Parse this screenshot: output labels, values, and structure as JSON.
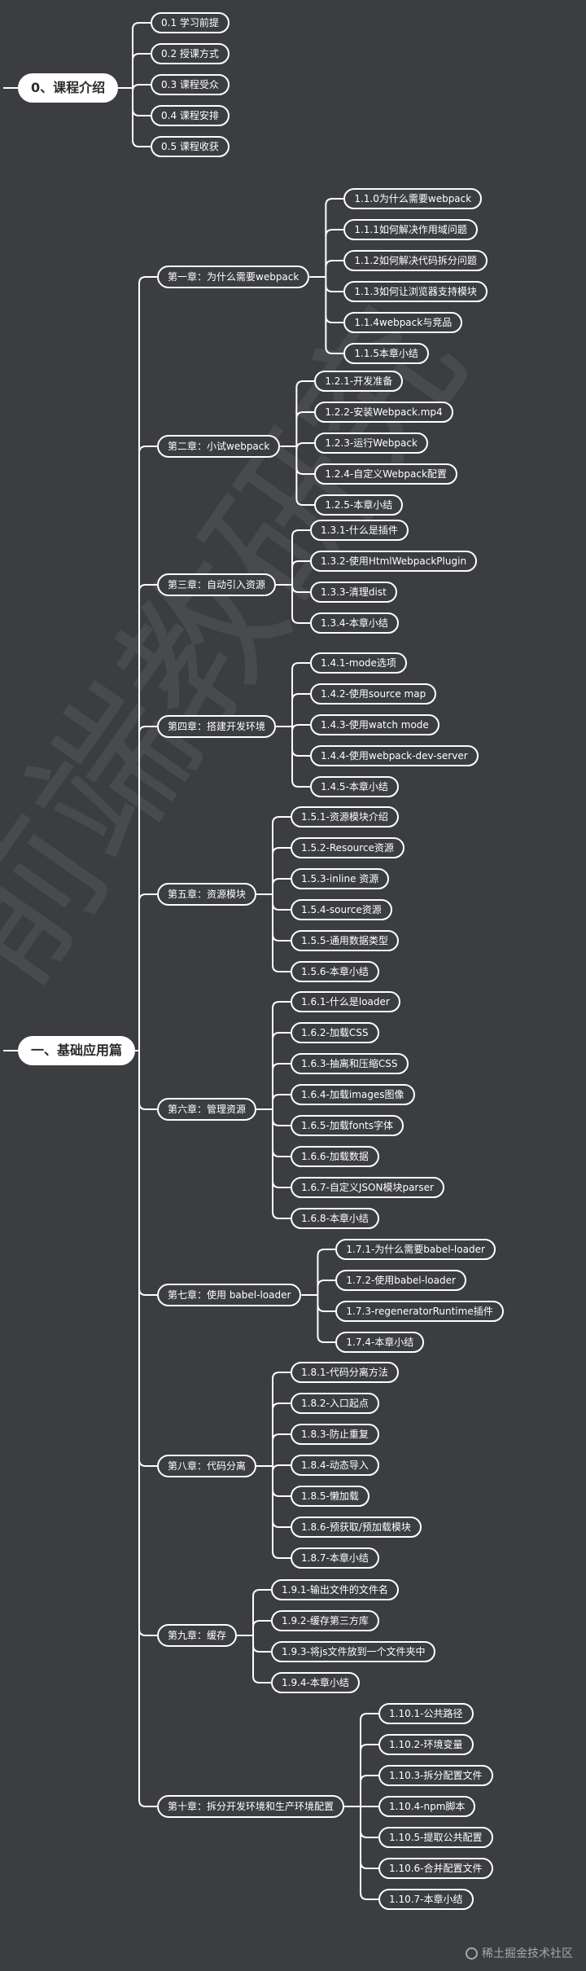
{
  "sections": [
    {
      "label": "0、课程介绍",
      "children": [
        {
          "label": "0.1 学习前提"
        },
        {
          "label": "0.2 授课方式"
        },
        {
          "label": "0.3 课程受众"
        },
        {
          "label": "0.4 课程安排"
        },
        {
          "label": "0.5 课程收获"
        }
      ]
    },
    {
      "label": "一、基础应用篇",
      "children": [
        {
          "label": "第一章：为什么需要webpack",
          "children": [
            "1.1.0为什么需要webpack",
            "1.1.1如何解决作用域问题",
            "1.1.2如何解决代码拆分问题",
            "1.1.3如何让浏览器支持模块",
            "1.1.4webpack与竞品",
            "1.1.5本章小结"
          ]
        },
        {
          "label": "第二章：小试webpack",
          "children": [
            "1.2.1-开发准备",
            "1.2.2-安装Webpack.mp4",
            "1.2.3-运行Webpack",
            "1.2.4-自定义Webpack配置",
            "1.2.5-本章小结"
          ]
        },
        {
          "label": "第三章：自动引入资源",
          "children": [
            "1.3.1-什么是插件",
            "1.3.2-使用HtmlWebpackPlugin",
            "1.3.3-清理dist",
            "1.3.4-本章小结"
          ]
        },
        {
          "label": "第四章：搭建开发环境",
          "children": [
            "1.4.1-mode选项",
            "1.4.2-使用source map",
            "1.4.3-使用watch mode",
            "1.4.4-使用webpack-dev-server",
            "1.4.5-本章小结"
          ]
        },
        {
          "label": "第五章：资源模块",
          "children": [
            "1.5.1-资源模块介绍",
            "1.5.2-Resource资源",
            "1.5.3-inline 资源",
            "1.5.4-source资源",
            "1.5.5-通用数据类型",
            "1.5.6-本章小结"
          ]
        },
        {
          "label": "第六章：管理资源",
          "children": [
            "1.6.1-什么是loader",
            "1.6.2-加载CSS",
            "1.6.3-抽离和压缩CSS",
            "1.6.4-加载images图像",
            "1.6.5-加载fonts字体",
            "1.6.6-加载数据",
            "1.6.7-自定义JSON模块parser",
            "1.6.8-本章小结"
          ]
        },
        {
          "label": "第七章：使用 babel-loader",
          "children": [
            "1.7.1-为什么需要babel-loader",
            "1.7.2-使用babel-loader",
            "1.7.3-regeneratorRuntime插件",
            "1.7.4-本章小结"
          ]
        },
        {
          "label": "第八章：代码分离",
          "children": [
            "1.8.1-代码分离方法",
            "1.8.2-入口起点",
            "1.8.3-防止重复",
            "1.8.4-动态导入",
            "1.8.5-懒加载",
            "1.8.6-预获取/预加载模块",
            "1.8.7-本章小结"
          ]
        },
        {
          "label": "第九章：缓存",
          "children": [
            "1.9.1-输出文件的文件名",
            "1.9.2-缓存第三方库",
            "1.9.3-将js文件放到一个文件夹中",
            "1.9.4-本章小结"
          ]
        },
        {
          "label": "第十章：拆分开发环境和生产环境配置",
          "children": [
            "1.10.1-公共路径",
            "1.10.2-环境变量",
            "1.10.3-拆分配置文件",
            "1.10.4-npm脚本",
            "1.10.5-提取公共配置",
            "1.10.6-合并配置文件",
            "1.10.7-本章小结"
          ]
        }
      ]
    }
  ],
  "watermark": "前端教研究",
  "credit": "稀土掘金技术社区"
}
